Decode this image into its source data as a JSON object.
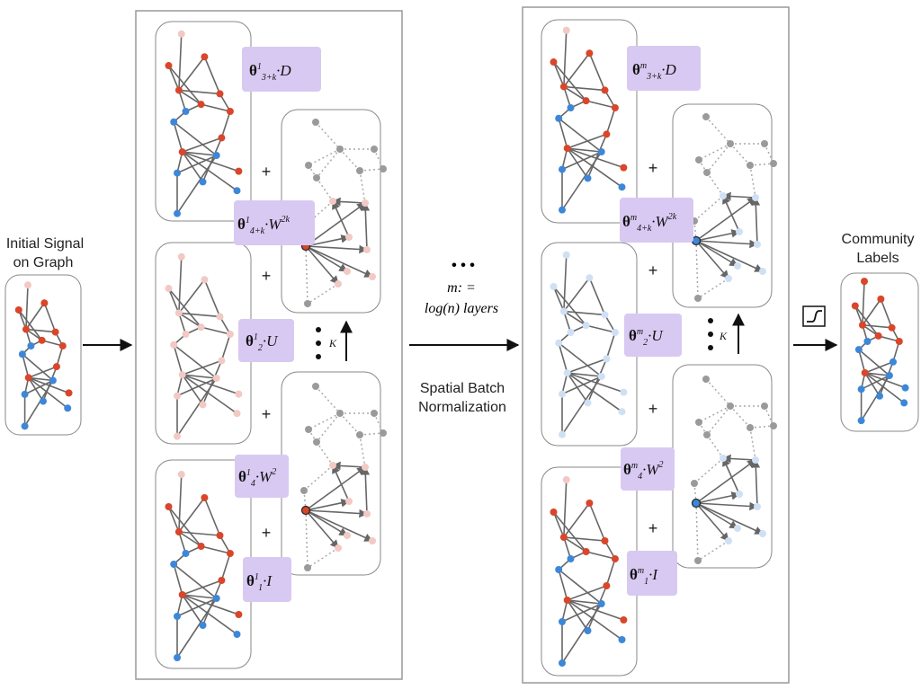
{
  "left_label_1": "Initial Signal",
  "left_label_2": "on Graph",
  "right_label_1": "Community",
  "right_label_2": "Labels",
  "middle_dots": "•  •  •",
  "middle_m": "m: =",
  "middle_layers": "log(n) layers",
  "middle_bn_1": "Spatial Batch",
  "middle_bn_2": "Normalization",
  "plus": "+",
  "k_label": "K",
  "layer1": {
    "theta_sym": "θ",
    "sup": "1",
    "op_D": {
      "sub": "3+k",
      "op": "·D"
    },
    "op_Wk": {
      "sub": "4+k",
      "op": "·W",
      "pow": "2k"
    },
    "op_U": {
      "sub": "2",
      "op": "·U"
    },
    "op_W": {
      "sub": "4",
      "op": "·W",
      "pow": "2"
    },
    "op_I": {
      "sub": "1",
      "op": "·I"
    }
  },
  "layerm": {
    "theta_sym": "θ",
    "sup": "m",
    "op_D": {
      "sub": "3+k",
      "op": "·D"
    },
    "op_Wk": {
      "sub": "4+k",
      "op": "·W",
      "pow": "2k"
    },
    "op_U": {
      "sub": "2",
      "op": "·U"
    },
    "op_W": {
      "sub": "4",
      "op": "·W",
      "pow": "2"
    },
    "op_I": {
      "sub": "1",
      "op": "·I"
    }
  },
  "colors": {
    "red": "#d9462a",
    "blue": "#3d87d8",
    "pale_red": "#f2c9c4",
    "pale_blue": "#cfe0f4",
    "gray": "#9a9a9a",
    "operator_box": "#d8c9f2"
  }
}
